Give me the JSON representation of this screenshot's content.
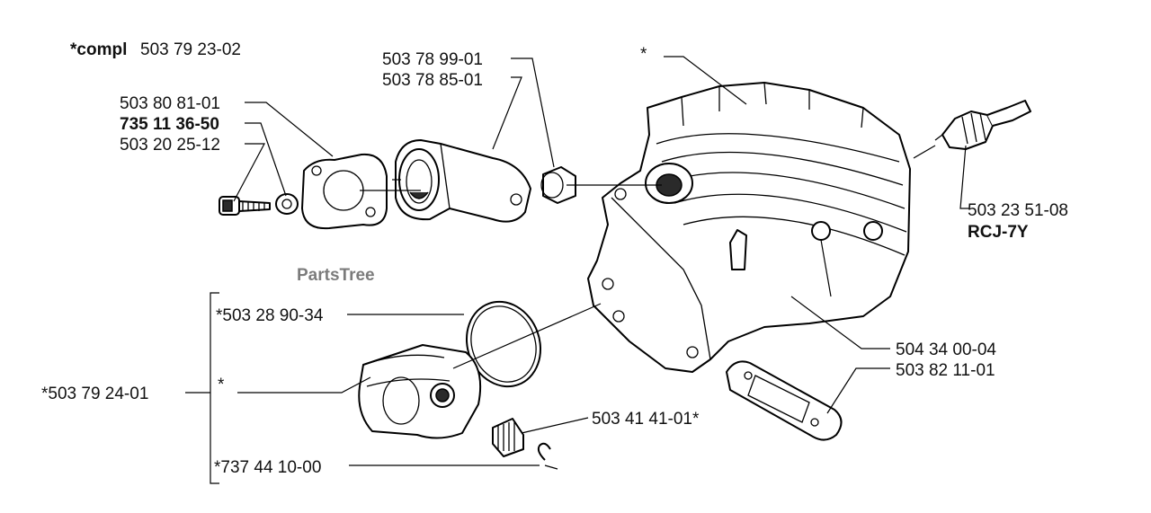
{
  "watermark": "PartsTree",
  "labels": {
    "compl_prefix": "*compl",
    "compl_number": "503 79 23-02",
    "flange": "503 80 81-01",
    "washer": "735 11 36-50",
    "screw": "503 20 25-12",
    "intake_a": "503 78 99-01",
    "intake_b": "503 78 85-01",
    "cylinder_star": "*",
    "spark_plug_no": "503 23 51-08",
    "spark_plug_type": "RCJ-7Y",
    "piston_ring": "*503 28 90-34",
    "piston_assy": "*503 79 24-01",
    "piston_star": "*",
    "needle_bearing": "503 41 41-01*",
    "circlip": "*737 44 10-00",
    "decomp_valve": "504 34 00-04",
    "gasket": "503 82 11-01"
  }
}
